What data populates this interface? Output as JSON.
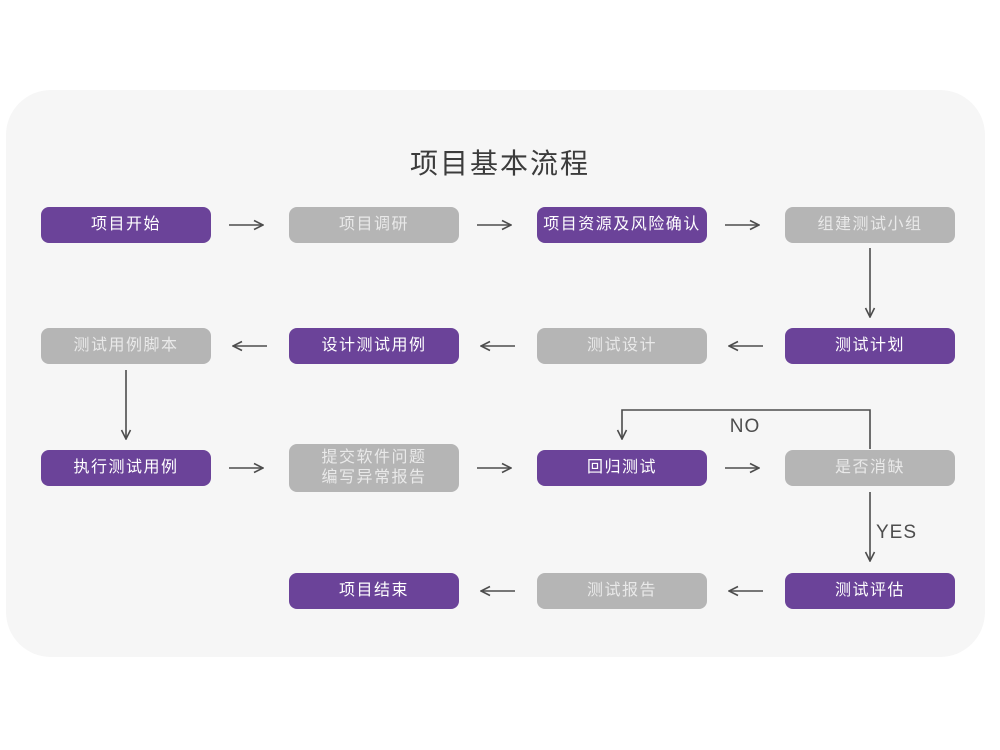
{
  "title": "项目基本流程",
  "colors": {
    "purple": "#6b4399",
    "gray": "#b5b5b5",
    "arrow": "#4d4d4d",
    "card_bg": "#f6f6f6",
    "title_text": "#3c3c3c",
    "box_text": "#ffffff",
    "gray_box_text": "#e9e9e9"
  },
  "branch_labels": {
    "no": "NO",
    "yes": "YES"
  },
  "nodes": [
    {
      "id": "project-start",
      "label": "项目开始",
      "type": "purple"
    },
    {
      "id": "project-research",
      "label": "项目调研",
      "type": "gray"
    },
    {
      "id": "resources-risk",
      "label": "项目资源及风险确认",
      "type": "purple"
    },
    {
      "id": "build-test-team",
      "label": "组建测试小组",
      "type": "gray"
    },
    {
      "id": "test-plan",
      "label": "测试计划",
      "type": "purple"
    },
    {
      "id": "test-design",
      "label": "测试设计",
      "type": "gray"
    },
    {
      "id": "design-test-cases",
      "label": "设计测试用例",
      "type": "purple"
    },
    {
      "id": "test-case-script",
      "label": "测试用例脚本",
      "type": "gray"
    },
    {
      "id": "execute-test-cases",
      "label": "执行测试用例",
      "type": "purple"
    },
    {
      "id": "submit-issues",
      "label": "提交软件问题\n编写异常报告",
      "type": "gray"
    },
    {
      "id": "regression-test",
      "label": "回归测试",
      "type": "purple"
    },
    {
      "id": "defect-resolved",
      "label": "是否消缺",
      "type": "gray"
    },
    {
      "id": "test-evaluation",
      "label": "测试评估",
      "type": "purple"
    },
    {
      "id": "test-report",
      "label": "测试报告",
      "type": "gray"
    },
    {
      "id": "project-end",
      "label": "项目结束",
      "type": "purple"
    }
  ]
}
